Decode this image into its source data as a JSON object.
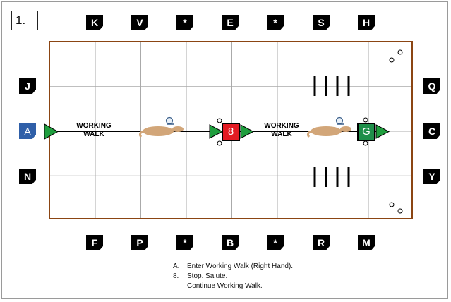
{
  "test_number": "1.",
  "markers": {
    "top": [
      "K",
      "V",
      "*",
      "E",
      "*",
      "S",
      "H"
    ],
    "bottom": [
      "F",
      "P",
      "*",
      "B",
      "*",
      "R",
      "M"
    ],
    "left": [
      "J",
      "A",
      "N"
    ],
    "right": [
      "Q",
      "C",
      "Y"
    ]
  },
  "path_labels": {
    "walk1": {
      "line1": "WORKING",
      "line2": "WALK"
    },
    "walk2": {
      "line1": "WORKING",
      "line2": "WALK"
    }
  },
  "stop_boxes": {
    "eight": "8",
    "g": "G"
  },
  "colors": {
    "arena_border": "#8b4513",
    "marker_a": "#2f5fa8",
    "box_8": "#e31b23",
    "box_g": "#1f8f4a",
    "arrow": "#1f9e3e",
    "horse": "#d2a679"
  },
  "icons": [
    "horse-icon",
    "rider-icon",
    "play-arrow-icon",
    "cone-icon",
    "pole-icon"
  ],
  "instructions": [
    {
      "key": "A.",
      "text": "Enter Working Walk (Right Hand)."
    },
    {
      "key": "8.",
      "text": "Stop. Salute."
    },
    {
      "key": "",
      "text": "Continue Working Walk."
    }
  ]
}
